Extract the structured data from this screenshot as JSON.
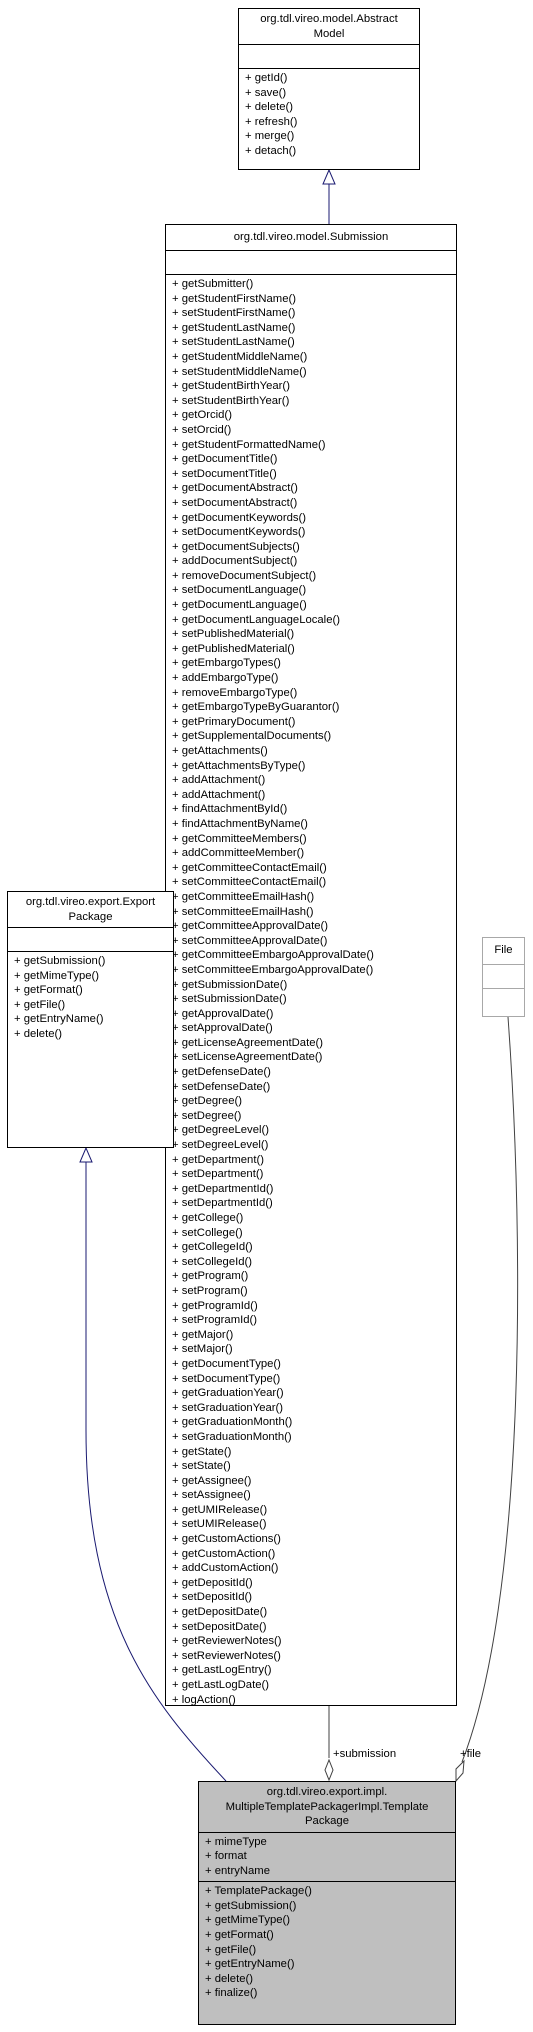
{
  "classes": {
    "abstract_model": {
      "title": "org.tdl.vireo.model.Abstract\nModel",
      "attributes": [],
      "methods": [
        "+ getId()",
        "+ save()",
        "+ delete()",
        "+ refresh()",
        "+ merge()",
        "+ detach()"
      ]
    },
    "submission": {
      "title": "org.tdl.vireo.model.Submission",
      "attributes": [],
      "methods": [
        "+ getSubmitter()",
        "+ getStudentFirstName()",
        "+ setStudentFirstName()",
        "+ getStudentLastName()",
        "+ setStudentLastName()",
        "+ getStudentMiddleName()",
        "+ setStudentMiddleName()",
        "+ getStudentBirthYear()",
        "+ setStudentBirthYear()",
        "+ getOrcid()",
        "+ setOrcid()",
        "+ getStudentFormattedName()",
        "+ getDocumentTitle()",
        "+ setDocumentTitle()",
        "+ getDocumentAbstract()",
        "+ setDocumentAbstract()",
        "+ getDocumentKeywords()",
        "+ setDocumentKeywords()",
        "+ getDocumentSubjects()",
        "+ addDocumentSubject()",
        "+ removeDocumentSubject()",
        "+ setDocumentLanguage()",
        "+ getDocumentLanguage()",
        "+ getDocumentLanguageLocale()",
        "+ setPublishedMaterial()",
        "+ getPublishedMaterial()",
        "+ getEmbargoTypes()",
        "+ addEmbargoType()",
        "+ removeEmbargoType()",
        "+ getEmbargoTypeByGuarantor()",
        "+ getPrimaryDocument()",
        "+ getSupplementalDocuments()",
        "+ getAttachments()",
        "+ getAttachmentsByType()",
        "+ addAttachment()",
        "+ addAttachment()",
        "+ findAttachmentById()",
        "+ findAttachmentByName()",
        "+ getCommitteeMembers()",
        "+ addCommitteeMember()",
        "+ getCommitteeContactEmail()",
        "+ setCommitteeContactEmail()",
        "+ getCommitteeEmailHash()",
        "+ setCommitteeEmailHash()",
        "+ getCommitteeApprovalDate()",
        "+ setCommitteeApprovalDate()",
        "+ getCommitteeEmbargoApprovalDate()",
        "+ setCommitteeEmbargoApprovalDate()",
        "+ getSubmissionDate()",
        "+ setSubmissionDate()",
        "+ getApprovalDate()",
        "+ setApprovalDate()",
        "+ getLicenseAgreementDate()",
        "+ setLicenseAgreementDate()",
        "+ getDefenseDate()",
        "+ setDefenseDate()",
        "+ getDegree()",
        "+ setDegree()",
        "+ getDegreeLevel()",
        "+ setDegreeLevel()",
        "+ getDepartment()",
        "+ setDepartment()",
        "+ getDepartmentId()",
        "+ setDepartmentId()",
        "+ getCollege()",
        "+ setCollege()",
        "+ getCollegeId()",
        "+ setCollegeId()",
        "+ getProgram()",
        "+ setProgram()",
        "+ getProgramId()",
        "+ setProgramId()",
        "+ getMajor()",
        "+ setMajor()",
        "+ getDocumentType()",
        "+ setDocumentType()",
        "+ getGraduationYear()",
        "+ setGraduationYear()",
        "+ getGraduationMonth()",
        "+ setGraduationMonth()",
        "+ getState()",
        "+ setState()",
        "+ getAssignee()",
        "+ setAssignee()",
        "+ getUMIRelease()",
        "+ setUMIRelease()",
        "+ getCustomActions()",
        "+ getCustomAction()",
        "+ addCustomAction()",
        "+ getDepositId()",
        "+ setDepositId()",
        "+ getDepositDate()",
        "+ setDepositDate()",
        "+ getReviewerNotes()",
        "+ setReviewerNotes()",
        "+ getLastLogEntry()",
        "+ getLastLogDate()",
        "+ logAction()"
      ]
    },
    "export_package": {
      "title": "org.tdl.vireo.export.Export\nPackage",
      "attributes": [],
      "methods": [
        "+ getSubmission()",
        "+ getMimeType()",
        "+ getFormat()",
        "+ getFile()",
        "+ getEntryName()",
        "+ delete()"
      ]
    },
    "file": {
      "title": "File",
      "attributes": [],
      "methods": []
    },
    "template_package": {
      "title": "org.tdl.vireo.export.impl.\nMultipleTemplatePackagerImpl.Template\nPackage",
      "attributes": [
        "+ mimeType",
        "+ format",
        "+ entryName"
      ],
      "methods": [
        "+ TemplatePackage()",
        "+ getSubmission()",
        "+ getMimeType()",
        "+ getFormat()",
        "+ getFile()",
        "+ getEntryName()",
        "+ delete()",
        "+ finalize()"
      ]
    }
  },
  "edges": {
    "submission_label": "+submission",
    "file_label": "+file"
  },
  "colors": {
    "inheritance": "#191970",
    "association": "#404040",
    "highlight_fill": "#bfbfbf",
    "muted_border": "#a8a8a8"
  }
}
